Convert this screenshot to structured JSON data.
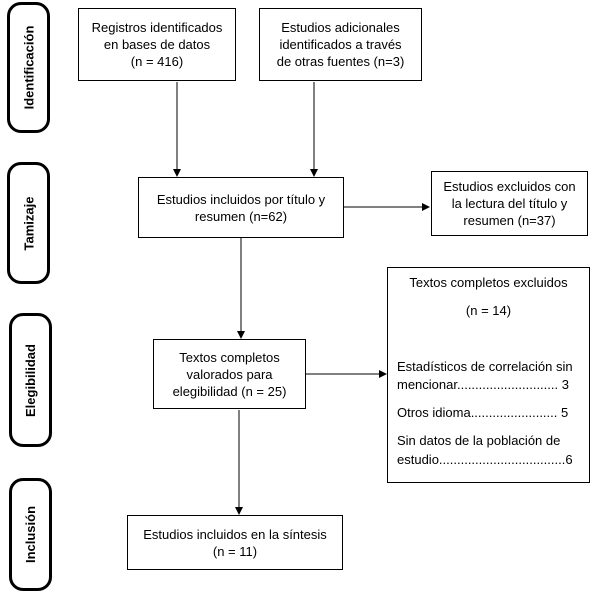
{
  "phases": {
    "identificacion": "Identificación",
    "tamizaje": "Tamizaje",
    "elegibilidad": "Elegibilidad",
    "inclusion": "Inclusión"
  },
  "boxes": {
    "registros": [
      "Registros identificados",
      "en bases de datos",
      "(n = 416)"
    ],
    "adicionales": [
      "Estudios adicionales",
      "identificados a través",
      "de otras fuentes (n=3)"
    ],
    "tamizaje_incluidos": [
      "Estudios incluidos por título y",
      "resumen (n=62)"
    ],
    "tamizaje_excluidos": [
      "Estudios excluidos con",
      "la lectura del título y",
      "resumen (n=37)"
    ],
    "textos_valorados": [
      "Textos completos",
      "valorados para",
      "elegibilidad (n = 25)"
    ],
    "sintesis": [
      "Estudios incluidos en la síntesis",
      "(n = 11)"
    ]
  },
  "excluded_full_texts": {
    "title": "Textos completos excluidos",
    "count": "(n = 14)",
    "reasons": [
      {
        "line1": "Estadísticos de correlación sin",
        "line2": "mencionar............................ 3"
      },
      {
        "line1": "Otros idioma........................ 5"
      },
      {
        "line1": "Sin datos de la población de",
        "line2": "estudio...................................6"
      }
    ]
  }
}
